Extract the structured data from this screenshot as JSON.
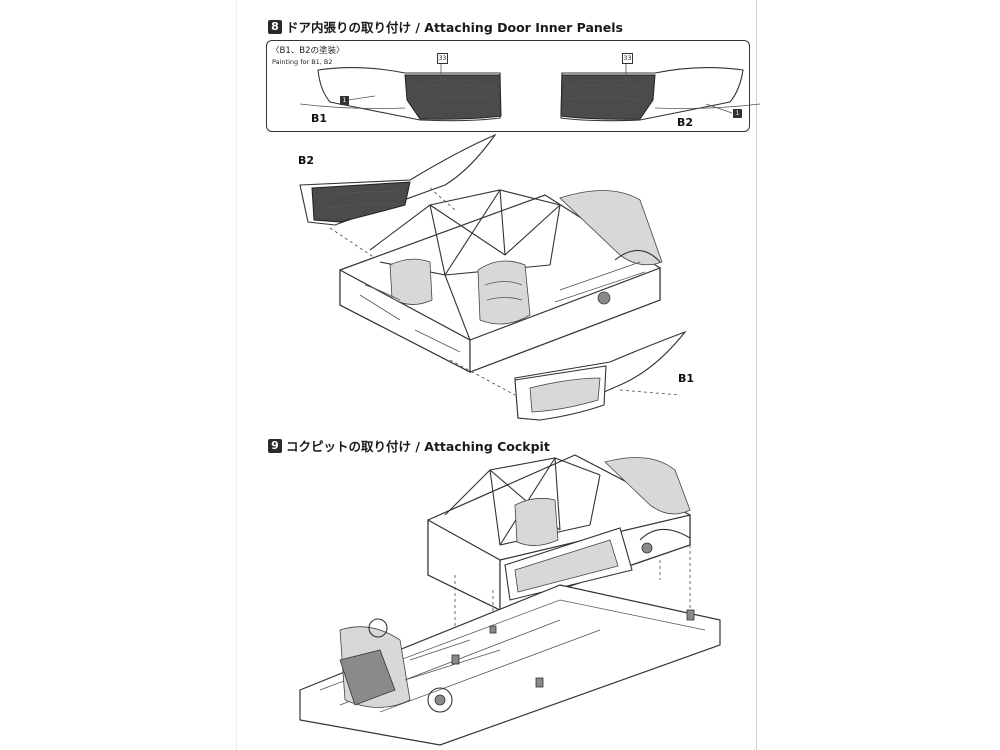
{
  "step8": {
    "number": "8",
    "title": "ドア内張りの取り付け / Attaching Door Inner Panels",
    "painting_jp": "〈B1、B2の塗装〉",
    "painting_en": "Painting for B1, B2",
    "callout_panel_color": "33",
    "callout_door_color": "1",
    "label_b1": "B1",
    "label_b2": "B2"
  },
  "step9": {
    "number": "9",
    "title": "コクピットの取り付け / Attaching Cockpit"
  },
  "colors": {
    "ink": "#1a1a1a",
    "panel_dark": "#4b4b4b",
    "callout_fill": "#333333"
  }
}
